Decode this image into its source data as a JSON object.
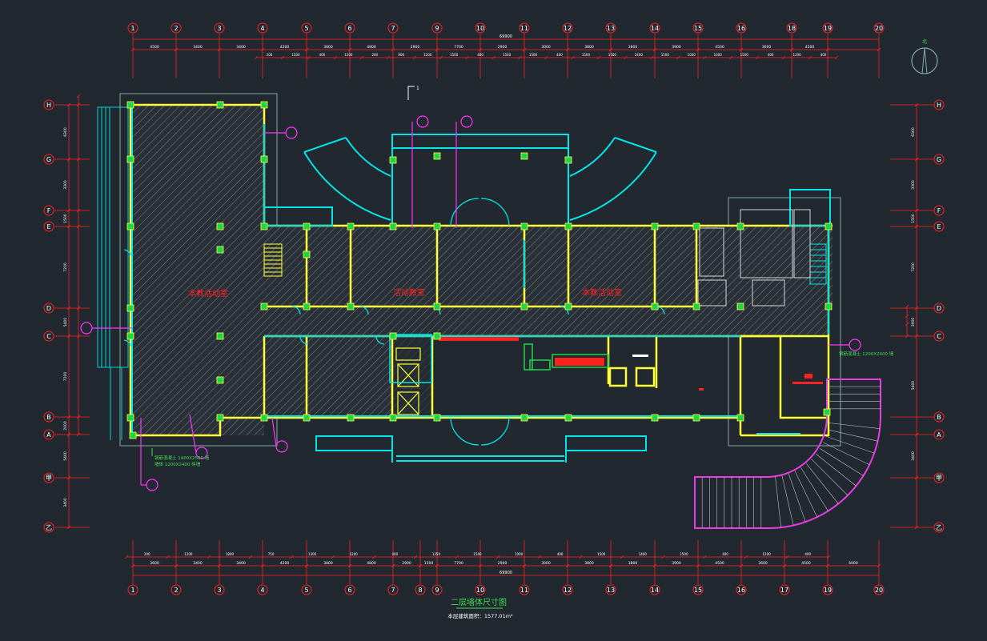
{
  "drawing": {
    "title": "二层墙体尺寸图",
    "area_note": "本层建筑面积：1577.01m²",
    "north_label": "北",
    "section_mark": "1"
  },
  "axes": {
    "top": [
      "1",
      "2",
      "3",
      "4",
      "5",
      "6",
      "7",
      "9",
      "10",
      "11",
      "12",
      "13",
      "14",
      "15",
      "16",
      "18",
      "19",
      "20"
    ],
    "bottom": [
      "1",
      "2",
      "3",
      "4",
      "5",
      "6",
      "7",
      "8",
      "9",
      "10",
      "11",
      "12",
      "13",
      "14",
      "15",
      "16",
      "17",
      "19",
      "20"
    ],
    "left": [
      "H",
      "G",
      "F",
      "E",
      "D",
      "C",
      "B",
      "A",
      "甲",
      "乙"
    ],
    "right": [
      "H",
      "G",
      "F",
      "E",
      "D",
      "C",
      "B",
      "A",
      "甲",
      "乙"
    ]
  },
  "dims": {
    "top_total": "69900",
    "top_row": [
      "4500",
      "3400",
      "3400",
      "4200",
      "3800",
      "4800",
      "2900",
      "7700",
      "2900",
      "3000",
      "3800",
      "3800",
      "3900",
      "4500",
      "3600",
      "4500"
    ],
    "top_detail": [
      "200",
      "1500",
      "400",
      "1200",
      "200",
      "900",
      "1200",
      "1500",
      "400",
      "1500",
      "1500",
      "400",
      "1500",
      "1500",
      "2400",
      "1500",
      "1000",
      "1000",
      "1500",
      "400",
      "1200",
      "400"
    ],
    "bottom_total": "69900",
    "bottom_row": [
      "3600",
      "3400",
      "3400",
      "4200",
      "3800",
      "4800",
      "2900",
      "1500",
      "7700",
      "2900",
      "3000",
      "3800",
      "3800",
      "3900",
      "4500",
      "3600",
      "4500",
      "6000"
    ],
    "bottom_detail": [
      "200",
      "1200",
      "1800",
      "750",
      "1300",
      "1200",
      "400",
      "1350",
      "1500",
      "1000",
      "400",
      "1500",
      "1400",
      "1500",
      "400",
      "1200",
      "400"
    ],
    "left_col": [
      "6300",
      "3300",
      "1500",
      "7200",
      "5400",
      "7200",
      "2000",
      "5400",
      "3400"
    ],
    "right_col": [
      "6300",
      "3300",
      "1500",
      "7200",
      "3900",
      "5400",
      "3400"
    ]
  },
  "rooms": [
    {
      "name": "本教活动室"
    },
    {
      "name": "活动教室"
    },
    {
      "name": "本教活动室"
    }
  ],
  "tags": {
    "legend1": "钢筋混凝土 1400X2500 墙",
    "legend2": "墙体 1200X2400 砖墙",
    "note_right": "钢筋混凝土 1200X2400 墙"
  },
  "colors": {
    "background": "#212830",
    "axis": "#ff2020",
    "wall": "#ffff3a",
    "wall_alt": "#00e5e5",
    "hatch": "#8a8a8a",
    "column": "#1fd64a",
    "callout": "#ff33ff",
    "text": "#ffffff",
    "green_text": "#3fdc4f",
    "stair": "#e83ae8"
  }
}
